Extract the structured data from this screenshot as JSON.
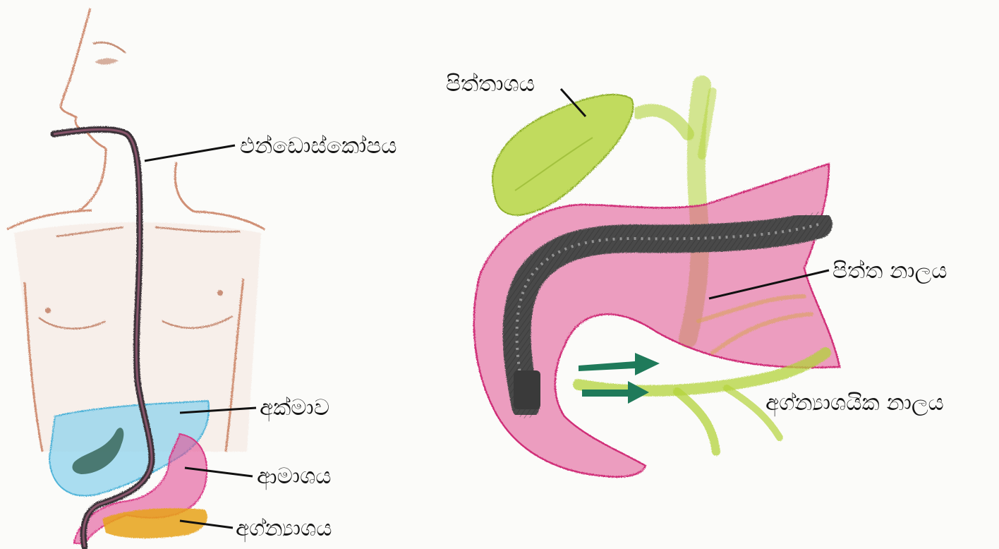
{
  "left_panel": {
    "labels": {
      "endoscope": "එන්ඩොස්කෝපය",
      "liver": "අක්මාව",
      "stomach": "ආමාශය",
      "pancreas": "අග්න්‍යාශය"
    }
  },
  "right_panel": {
    "labels": {
      "gallbladder": "පිත්තාශය",
      "bile_duct": "පිත්ත නාලය",
      "pancreatic_duct": "අග්න්‍යාශයික නාලය"
    }
  },
  "colors": {
    "skin": "#d99a7c",
    "liver": "#8fd3ec",
    "stomach": "#e24f95",
    "pancreas": "#e8a21a",
    "gallbladder": "#b3d33a",
    "duodenum": "#e0508f",
    "endoscope": "#4a4a4a",
    "duct_arrow": "#1f7a5a"
  }
}
